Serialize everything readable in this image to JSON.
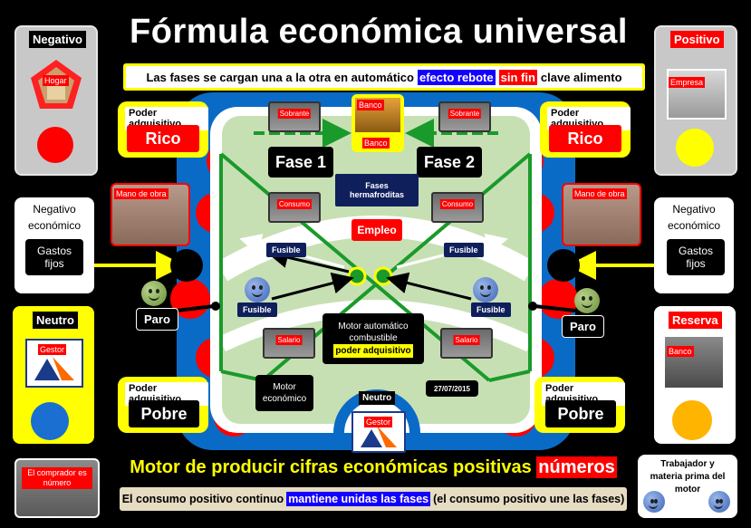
{
  "title": "Fórmula económica universal",
  "subtitle": {
    "part1": "Las fases se cargan una a la otra en automático",
    "part2": "efecto rebote",
    "part3": "sin fin",
    "part4": "clave alimento"
  },
  "left_top": {
    "header": "Negativo",
    "icon_label": "Hogar"
  },
  "right_top": {
    "header": "Positivo",
    "icon_label": "Empresa"
  },
  "bank_top": {
    "label1": "Banco",
    "label2": "Banco"
  },
  "sobrante_left": "Sobrante",
  "sobrante_right": "Sobrante",
  "rico_left": {
    "header": "Poder adquisitivo",
    "value": "Rico"
  },
  "rico_right": {
    "header": "Poder adquisitivo",
    "value": "Rico"
  },
  "fase1": "Fase 1",
  "fase2": "Fase 2",
  "fases_herm": "Fases hermafroditas",
  "empleo": "Empleo",
  "consumo_left": "Consumo",
  "consumo_right": "Consumo",
  "mano_left": "Mano de obra",
  "mano_right": "Mano de obra",
  "neg_econ_left": {
    "line1": "Negativo",
    "line2": "económico",
    "box": "Gastos fijos"
  },
  "neg_econ_right": {
    "line1": "Negativo",
    "line2": "económico",
    "box": "Gastos fijos"
  },
  "fusible": [
    "Fusible",
    "Fusible",
    "Fusible",
    "Fusible"
  ],
  "paro_left": "Paro",
  "paro_right": "Paro",
  "neutro_left": {
    "header": "Neutro",
    "icon_label": "Gestor"
  },
  "reserva": {
    "header": "Reserva",
    "icon_label": "Banco"
  },
  "motor_auto": {
    "line1": "Motor automático",
    "line2": "combustible",
    "line3": "poder adquisitivo"
  },
  "salario_left": "Salario",
  "salario_right": "Salario",
  "pobre_left": {
    "header": "Poder adquisitivo",
    "value": "Pobre"
  },
  "pobre_right": {
    "header": "Poder adquisitivo",
    "value": "Pobre"
  },
  "motor_econ": "Motor económico",
  "neutro_bottom": "Neutro",
  "gestor_bottom": "Gestor",
  "date": "27/07/2015",
  "comprador": "El comprador es número",
  "trabajador": "Trabajador y materia prima del motor",
  "bottom_main": {
    "part1": "Motor de producir cifras económicas positivas",
    "part2": "números"
  },
  "bottom_sub": {
    "part1": "El consumo positivo continuo",
    "part2": "mantiene unidas las fases",
    "part3": "(el consumo positivo une las fases)"
  },
  "colors": {
    "red": "#ff0000",
    "yellow": "#ffff00",
    "green": "#1a9a2a",
    "blue": "#1400ff",
    "stadium_blue": "#0a6bc7",
    "field": "#c6e0b4"
  }
}
